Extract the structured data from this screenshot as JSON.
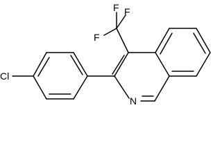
{
  "structure": {
    "atoms": {
      "chlorine": "Cl",
      "nitrogen": "N",
      "fluorine_1": "F",
      "fluorine_2": "F",
      "fluorine_3": "F"
    },
    "colors": {
      "bond": "#000000",
      "label": "#000000",
      "background": "#ffffff"
    }
  }
}
